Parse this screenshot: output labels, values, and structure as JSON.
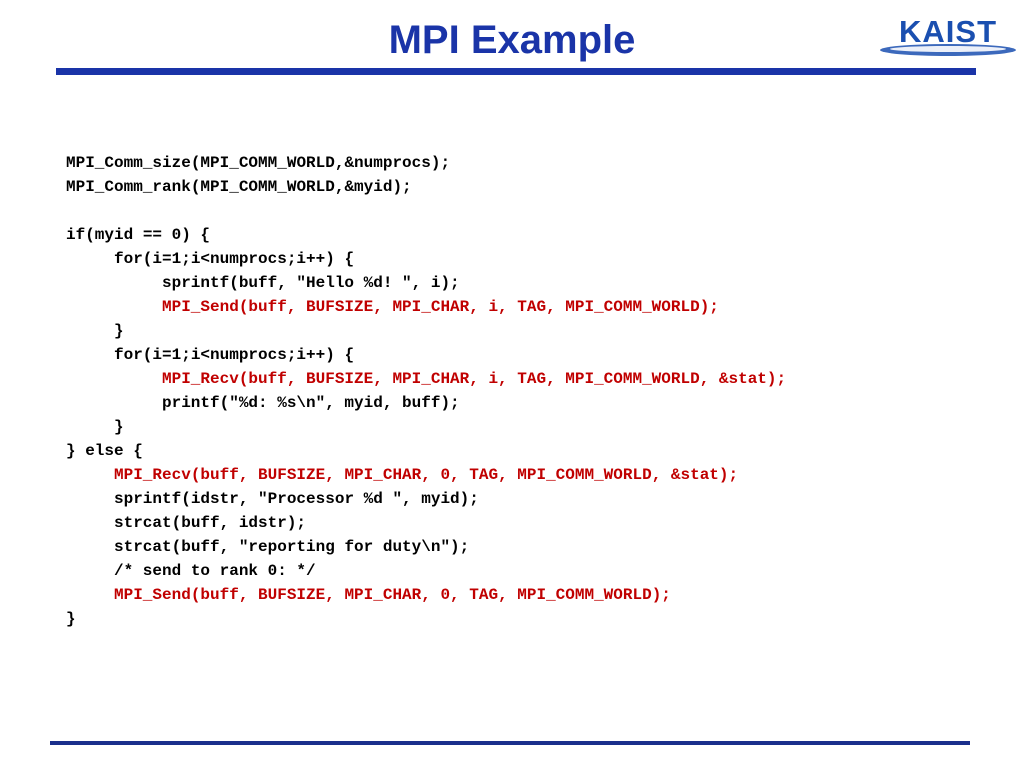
{
  "slide": {
    "title": "MPI Example",
    "logo": {
      "text": "KAIST",
      "icon": "kaist-logo"
    },
    "colors": {
      "title": "#1a34a8",
      "rule": "#1a34a8",
      "highlight": "#c00000",
      "code": "#000000"
    },
    "code_lines": [
      {
        "text": "MPI_Comm_size(MPI_COMM_WORLD,&numprocs);",
        "indent": 0,
        "highlight": false
      },
      {
        "text": "MPI_Comm_rank(MPI_COMM_WORLD,&myid);",
        "indent": 0,
        "highlight": false
      },
      {
        "text": "",
        "indent": 0,
        "highlight": false
      },
      {
        "text": "if(myid == 0) {",
        "indent": 0,
        "highlight": false
      },
      {
        "text": "for(i=1;i<numprocs;i++) {",
        "indent": 1,
        "highlight": false
      },
      {
        "text": "sprintf(buff, \"Hello %d! \", i);",
        "indent": 2,
        "highlight": false
      },
      {
        "text": "MPI_Send(buff, BUFSIZE, MPI_CHAR, i, TAG, MPI_COMM_WORLD);",
        "indent": 2,
        "highlight": true
      },
      {
        "text": "}",
        "indent": 1,
        "highlight": false
      },
      {
        "text": "for(i=1;i<numprocs;i++) {",
        "indent": 1,
        "highlight": false
      },
      {
        "text": "MPI_Recv(buff, BUFSIZE, MPI_CHAR, i, TAG, MPI_COMM_WORLD, &stat);",
        "indent": 2,
        "highlight": true
      },
      {
        "text": "printf(\"%d: %s\\n\", myid, buff);",
        "indent": 2,
        "highlight": false
      },
      {
        "text": "}",
        "indent": 1,
        "highlight": false
      },
      {
        "text": "} else {",
        "indent": 0,
        "highlight": false
      },
      {
        "text": "MPI_Recv(buff, BUFSIZE, MPI_CHAR, 0, TAG, MPI_COMM_WORLD, &stat);",
        "indent": 1,
        "highlight": true
      },
      {
        "text": "sprintf(idstr, \"Processor %d \", myid);",
        "indent": 1,
        "highlight": false
      },
      {
        "text": "strcat(buff, idstr);",
        "indent": 1,
        "highlight": false
      },
      {
        "text": "strcat(buff, \"reporting for duty\\n\");",
        "indent": 1,
        "highlight": false
      },
      {
        "text": "/* send to rank 0: */",
        "indent": 1,
        "highlight": false
      },
      {
        "text": "MPI_Send(buff, BUFSIZE, MPI_CHAR, 0, TAG, MPI_COMM_WORLD);",
        "indent": 1,
        "highlight": true
      },
      {
        "text": "}",
        "indent": 0,
        "highlight": false
      }
    ]
  }
}
